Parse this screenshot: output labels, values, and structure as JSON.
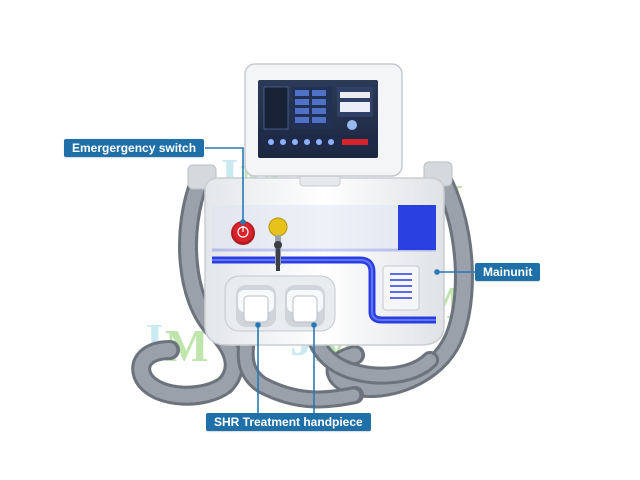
{
  "labels": {
    "emergency_switch": "Emergergency switch",
    "main_unit": "Mainunit",
    "handpiece": "SHR Treatment handpiece"
  },
  "watermark_text": "JM",
  "colors": {
    "callout_bg": "#1f6fa8",
    "callout_line": "#2a78b4",
    "accent_blue": "#2a3fe0",
    "body_white": "#f2f4f6",
    "hose_gray": "#7f8793",
    "button_red": "#d9232a",
    "key_yellow": "#e6c21a",
    "watermark_green": "#8ccf6a",
    "watermark_cyan": "#9fd8e6"
  },
  "icons": [
    "emergency-stop-button-icon",
    "key-switch-icon"
  ]
}
